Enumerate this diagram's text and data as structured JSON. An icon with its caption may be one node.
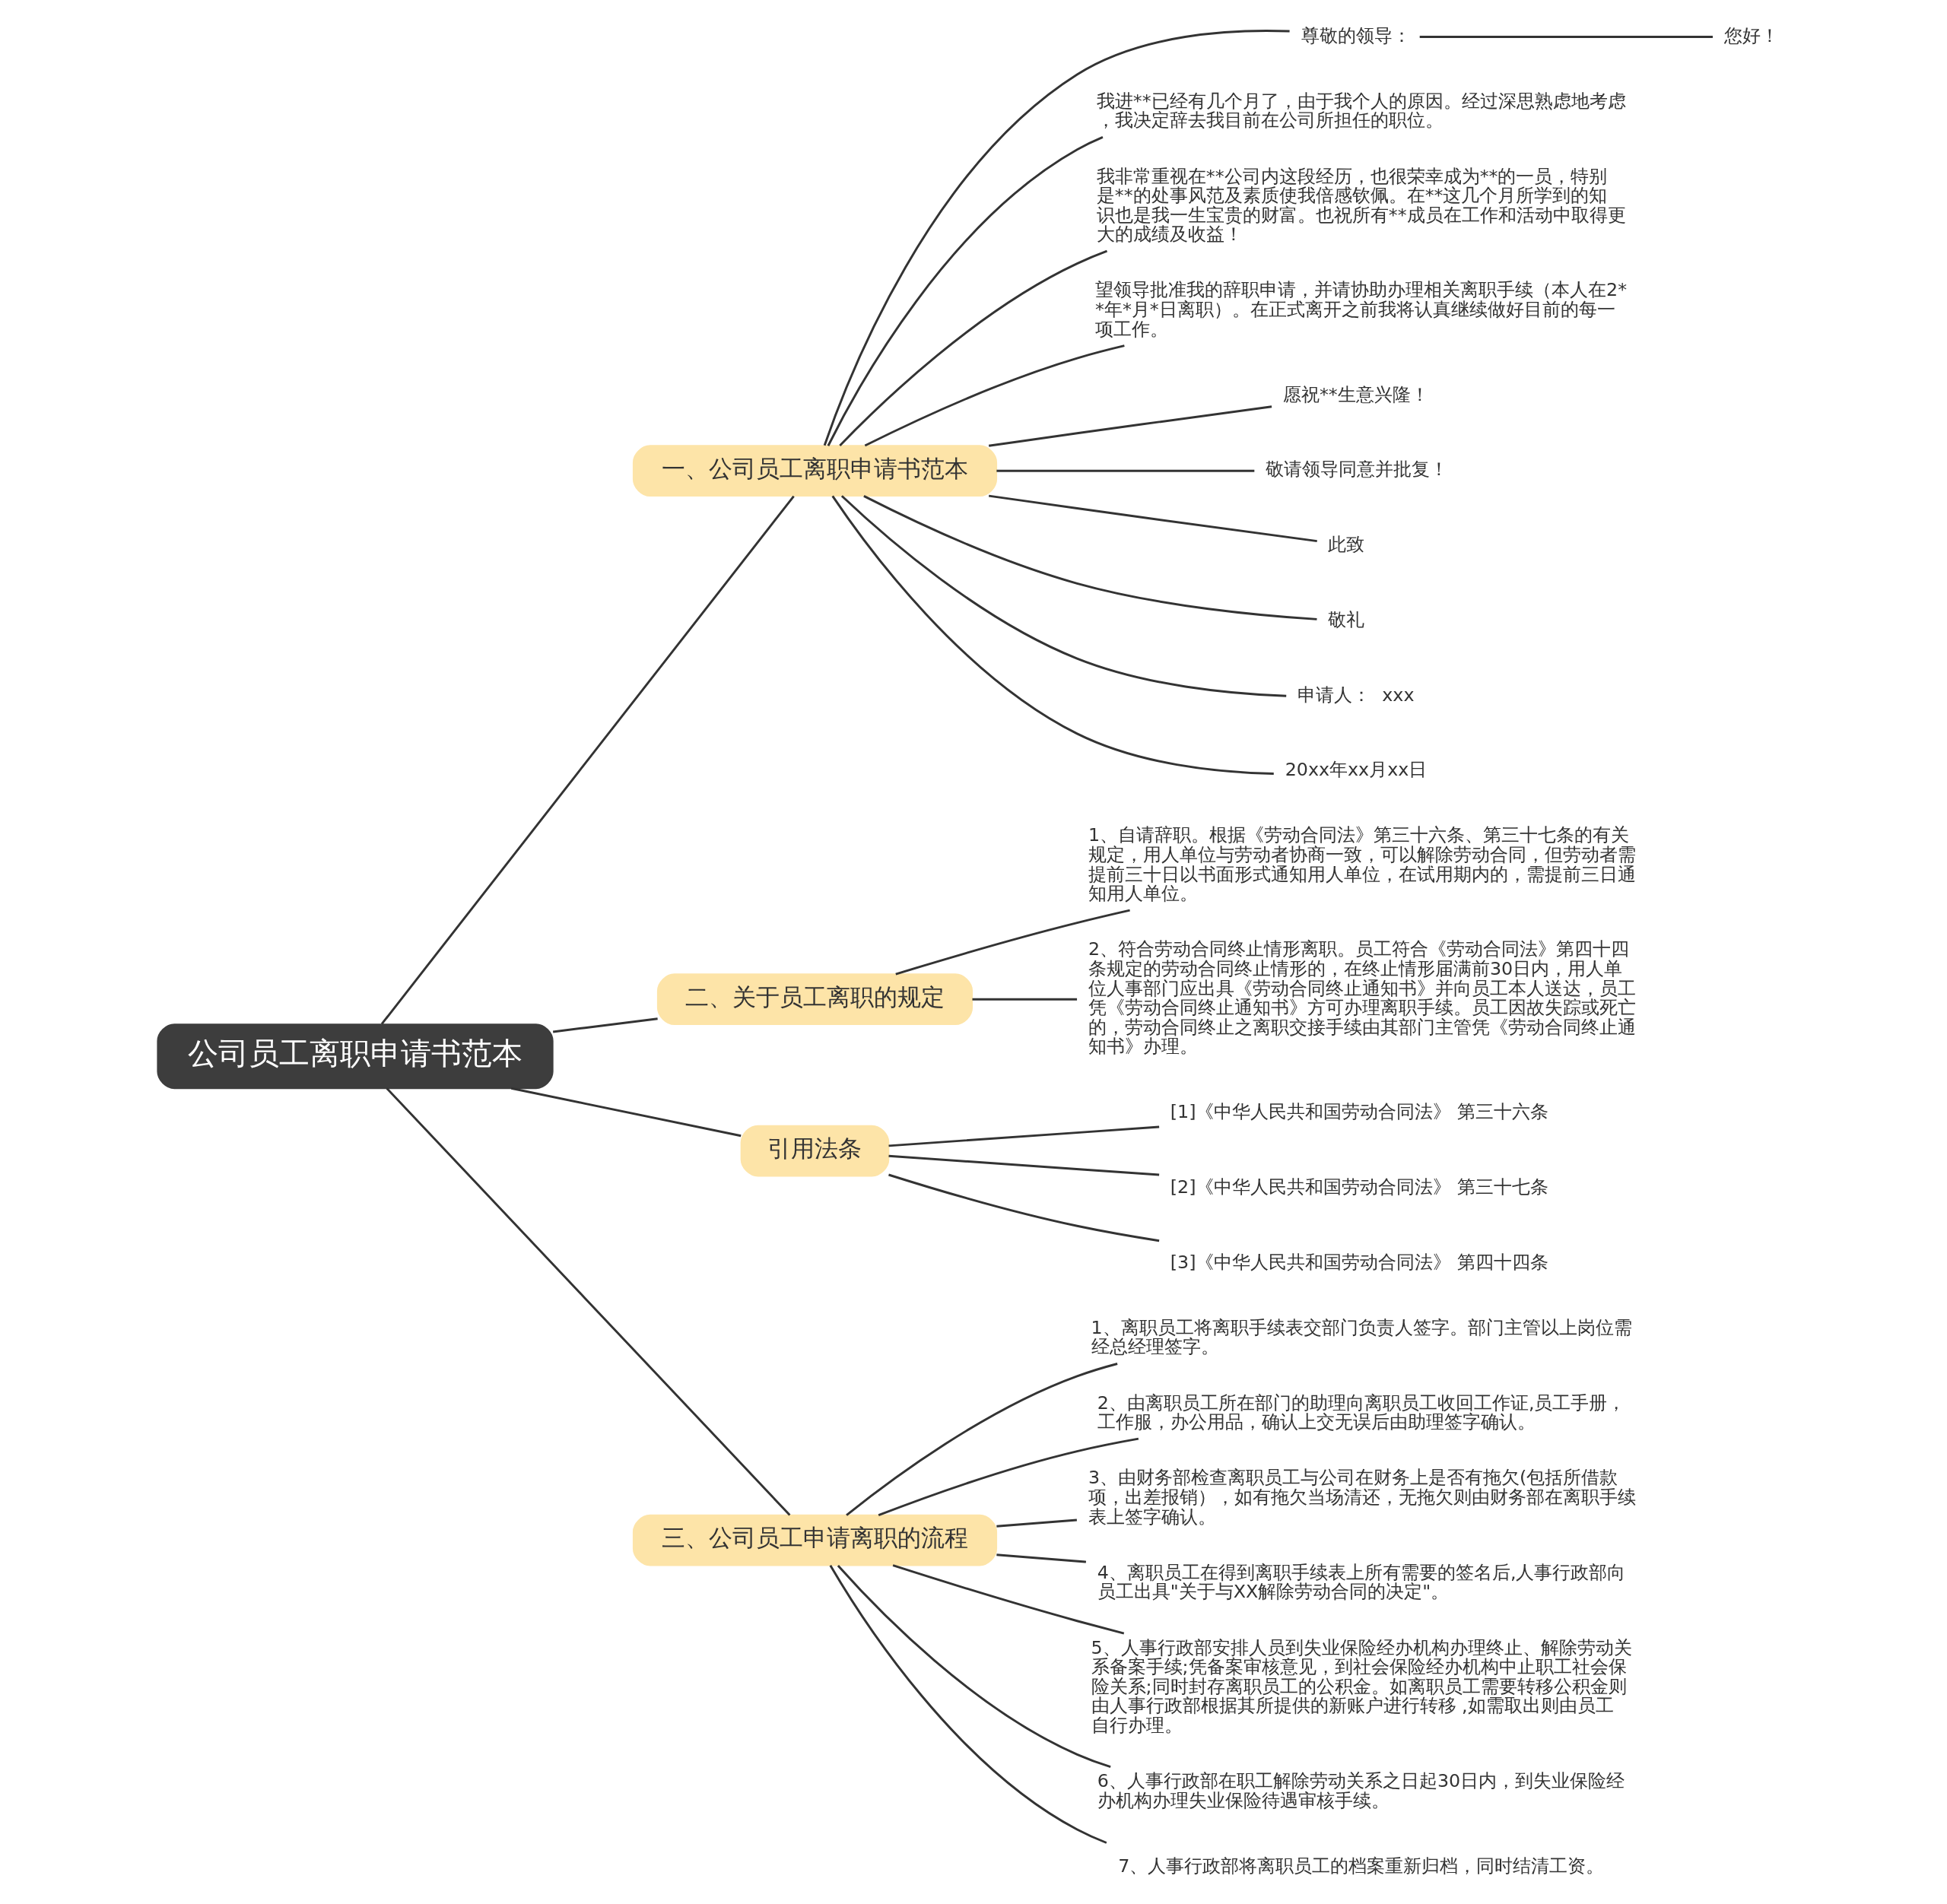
{
  "diagram": {
    "nodes": [
      {
        "text": [
          "公司员工离职申请书范本"
        ]
      },
      {
        "text": [
          "一、公司员工离职申请书范本"
        ]
      },
      {
        "text": [
          "尊敬的领导："
        ]
      },
      {
        "text": [
          "您好！"
        ]
      },
      {
        "text": [
          "我进**已经有几个月了，由于我个人的原因。经过深思熟虑地考虑，我决定辞去我目前在公司所担任的职位。"
        ]
      },
      {
        "text": [
          "我非常重视在**公司内这段经历，也很荣幸成为**的一员，特别是**的处事风范及素质使我倍感钦佩。在**这几个月所学到的知识也是我一生宝贵的财富。也祝所有**成员在工作和活动中取得更大的成绩及收益！"
        ]
      },
      {
        "text": [
          "望领导批准我的辞职申请，并请协助办理相关离职手续（本人在2**年*月*日离职）。在正式离开之前我将认真继续做好目前的每一项工作。"
        ]
      },
      {
        "text": [
          "愿祝**生意兴隆！"
        ]
      },
      {
        "text": [
          "敬请领导同意并批复！"
        ]
      },
      {
        "text": [
          "此致"
        ]
      },
      {
        "text": [
          "敬礼"
        ]
      },
      {
        "text": [
          "申请人：  xxx"
        ]
      },
      {
        "text": [
          "20xx年xx月xx日"
        ]
      },
      {
        "text": [
          "二、关于员工离职的规定"
        ]
      },
      {
        "text": [
          "1、自请辞职。根据《劳动合同法》第三十六条、第三十七条的有关规定，用人单位与劳动者协商一致，可以解除劳动合同，但劳动者需提前三十日以书面形式通知用人单位，在试用期内的，需提前三日通知用人单位。"
        ]
      },
      {
        "text": [
          "2、符合劳动合同终止情形离职。员工符合《劳动合同法》第四十四条规定的劳动合同终止情形的，在终止情形届满前30日内，用人单位人事部门应出具《劳动合同终止通知书》并向员工本人送达，员工凭《劳动合同终止通知书》方可办理离职手续。员工因故失踪或死亡的，劳动合同终止之离职交接手续由其部门主管凭《劳动合同终止通知书》办理。"
        ]
      },
      {
        "text": [
          "引用法条"
        ]
      },
      {
        "text": [
          "[1]《中华人民共和国劳动合同法》 第三十六条"
        ]
      },
      {
        "text": [
          "[2]《中华人民共和国劳动合同法》 第三十七条"
        ]
      },
      {
        "text": [
          "[3]《中华人民共和国劳动合同法》 第四十四条"
        ]
      },
      {
        "text": [
          "三、公司员工申请离职的流程"
        ]
      },
      {
        "text": [
          "1、离职员工将离职手续表交部门负责人签字。部门主管以上岗位需经总经理签字。"
        ]
      },
      {
        "text": [
          "2、由离职员工所在部门的助理向离职员工收回工作证,员工手册，工作服，办公用品，确认上交无误后由助理签字确认。"
        ]
      },
      {
        "text": [
          "3、由财务部检查离职员工与公司在财务上是否有拖欠(包括所借款项，出差报销），如有拖欠当场清还，无拖欠则由财务部在离职手续表上签字确认。"
        ]
      },
      {
        "text": [
          "4、离职员工在得到离职手续表上所有需要的签名后,人事行政部向员工出具\"关于与XX解除劳动合同的决定\"。"
        ]
      },
      {
        "text": [
          "5、人事行政部安排人员到失业保险经办机构办理终止、解除劳动关系备案手续;凭备案审核意见，到社会保险经办机构中止职工社会保险关系;同时封存离职员工的公积金。如离职员工需要转移公积金则由人事行政部根据其所提供的新账户进行转移 ,如需取出则由员工自行办理。"
        ]
      },
      {
        "text": [
          "6、人事行政部在职工解除劳动关系之日起30日内，到失业保险经办机构办理失业保险待遇审核手续。"
        ]
      },
      {
        "text": [
          "7、人事行政部将离职员工的档案重新归档，同时结清工资。"
        ]
      }
    ],
    "edges": [
      {
        "from": 0,
        "to": 1,
        "arrow": "none"
      },
      {
        "from": 1,
        "to": 2,
        "arrow": "none"
      },
      {
        "from": 2,
        "to": 3,
        "arrow": "none"
      },
      {
        "from": 1,
        "to": 4,
        "arrow": "none"
      },
      {
        "from": 1,
        "to": 5,
        "arrow": "none"
      },
      {
        "from": 1,
        "to": 6,
        "arrow": "none"
      },
      {
        "from": 1,
        "to": 7,
        "arrow": "none"
      },
      {
        "from": 1,
        "to": 8,
        "arrow": "none"
      },
      {
        "from": 1,
        "to": 9,
        "arrow": "none"
      },
      {
        "from": 1,
        "to": 10,
        "arrow": "none"
      },
      {
        "from": 1,
        "to": 11,
        "arrow": "none"
      },
      {
        "from": 1,
        "to": 12,
        "arrow": "none"
      },
      {
        "from": 0,
        "to": 13,
        "arrow": "none"
      },
      {
        "from": 13,
        "to": 14,
        "arrow": "none"
      },
      {
        "from": 13,
        "to": 15,
        "arrow": "none"
      },
      {
        "from": 0,
        "to": 16,
        "arrow": "none"
      },
      {
        "from": 16,
        "to": 17,
        "arrow": "none"
      },
      {
        "from": 16,
        "to": 18,
        "arrow": "none"
      },
      {
        "from": 16,
        "to": 19,
        "arrow": "none"
      },
      {
        "from": 0,
        "to": 20,
        "arrow": "none"
      },
      {
        "from": 20,
        "to": 21,
        "arrow": "none"
      },
      {
        "from": 20,
        "to": 22,
        "arrow": "none"
      },
      {
        "from": 20,
        "to": 23,
        "arrow": "none"
      },
      {
        "from": 20,
        "to": 24,
        "arrow": "none"
      },
      {
        "from": 20,
        "to": 25,
        "arrow": "none"
      },
      {
        "from": 20,
        "to": 26,
        "arrow": "none"
      },
      {
        "from": 20,
        "to": 27,
        "arrow": "none"
      }
    ]
  }
}
